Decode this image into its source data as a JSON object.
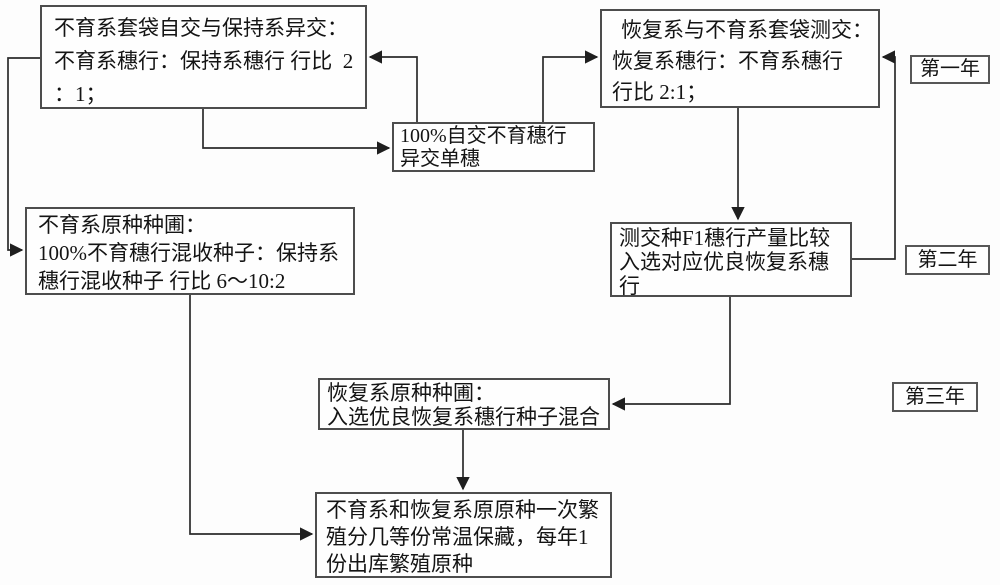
{
  "boxes": {
    "self_cross": {
      "lines": [
        "不育系套袋自交与保持系异交：",
        "不育系穗行：保持系穗行 行比  2",
        "：1；"
      ]
    },
    "test_cross": {
      "lines": [
        "恢复系与不育系套袋测交：",
        "恢复系穗行：不育系穗行",
        "行比 2:1；"
      ]
    },
    "selfed_single_ear": {
      "lines": [
        "100%自交不育穗行",
        "异交单穗"
      ]
    },
    "sterile_nursery": {
      "lines": [
        "不育系原种种圃：",
        "100%不育穗行混收种子：保持系",
        "穗行混收种子 行比 6～10:2"
      ]
    },
    "f1_yield_compare": {
      "lines": [
        "测交种F1穗行产量比较",
        "入选对应优良恢复系穗",
        "行"
      ]
    },
    "restorer_nursery": {
      "lines": [
        "恢复系原种种圃：",
        "入选优良恢复系穗行种子混合"
      ]
    },
    "storage": {
      "lines": [
        "不育系和恢复系原原种一次繁",
        "殖分几等份常温保藏，每年1",
        "份出库繁殖原种"
      ]
    }
  },
  "year_labels": {
    "year1": "第一年",
    "year2": "第二年",
    "year3": "第三年"
  },
  "edges": [
    {
      "from": "self_cross",
      "to": "selfed_single_ear"
    },
    {
      "from": "selfed_single_ear",
      "to": "self_cross"
    },
    {
      "from": "selfed_single_ear",
      "to": "test_cross"
    },
    {
      "from": "test_cross",
      "to": "f1_yield_compare"
    },
    {
      "from": "f1_yield_compare",
      "to": "test_cross"
    },
    {
      "from": "self_cross",
      "to": "sterile_nursery"
    },
    {
      "from": "sterile_nursery",
      "to": "storage"
    },
    {
      "from": "f1_yield_compare",
      "to": "restorer_nursery"
    },
    {
      "from": "restorer_nursery",
      "to": "storage"
    }
  ],
  "colors": {
    "background": "#fdfdfd",
    "line": "#262626",
    "border": "#4d4d4d",
    "text": "#141414"
  }
}
